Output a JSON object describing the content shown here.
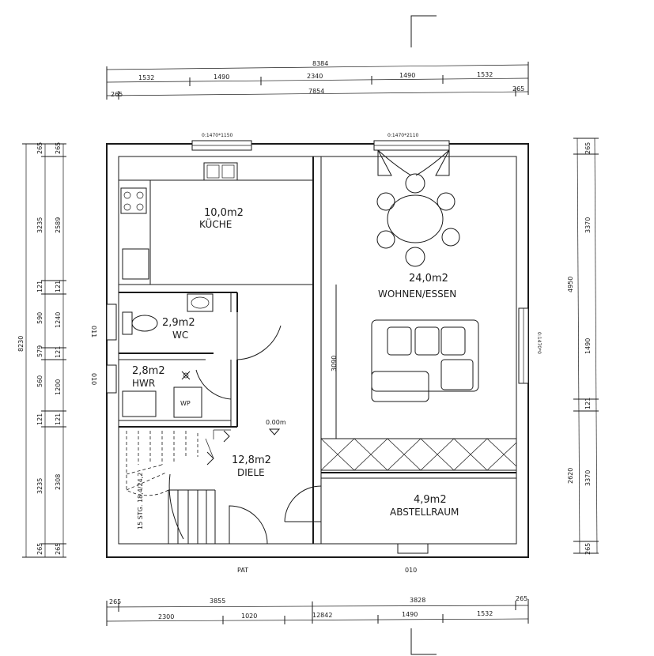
{
  "rooms": {
    "kitchen": {
      "area": "10,0m2",
      "name": "KÜCHE"
    },
    "living": {
      "area": "24,0m2",
      "name": "WOHNEN/ESSEN"
    },
    "wc": {
      "area": "2,9m2",
      "name": "WC"
    },
    "utility": {
      "area": "2,8m2",
      "name": "HWR"
    },
    "hall": {
      "area": "12,8m2",
      "name": "DIELE"
    },
    "storage": {
      "area": "4,9m2",
      "name": "ABSTELLRAUM"
    }
  },
  "labels": {
    "heat_pump": "WP",
    "level": "0.00m",
    "stairs": "15 STG. 18,4/24,2",
    "hall_height": "3090"
  },
  "windows": {
    "kitchen": "0:1470*1150",
    "living_top": "0:1470*2110",
    "living_east": "0:1470*0",
    "wc": "011",
    "hwr": "010",
    "door_front": "PAT",
    "door_storage": "010"
  },
  "dimensions": {
    "top_total": "8384",
    "top_segments": [
      "1532",
      "1490",
      "2340",
      "1490",
      "1532"
    ],
    "top_inner": [
      "265",
      "7854",
      "265"
    ],
    "bottom_outer": [
      "265",
      "3855",
      "3828",
      "265"
    ],
    "bottom_inner": [
      "2300",
      "1020",
      "12842",
      "1490",
      "1532"
    ],
    "left_total": "8230",
    "left_outer": [
      "265",
      "3235",
      "121",
      "579",
      "121",
      "3235",
      "265"
    ],
    "left_inner": [
      "265",
      "2589",
      "121",
      "1240",
      "121",
      "1200",
      "121",
      "2308",
      "265"
    ],
    "left_wc": [
      "590",
      "560"
    ],
    "right_total": "4950",
    "right_outer": [
      "265",
      "3370",
      "121",
      "3370",
      "265"
    ],
    "right_inner": [
      "1490",
      "2620"
    ]
  }
}
